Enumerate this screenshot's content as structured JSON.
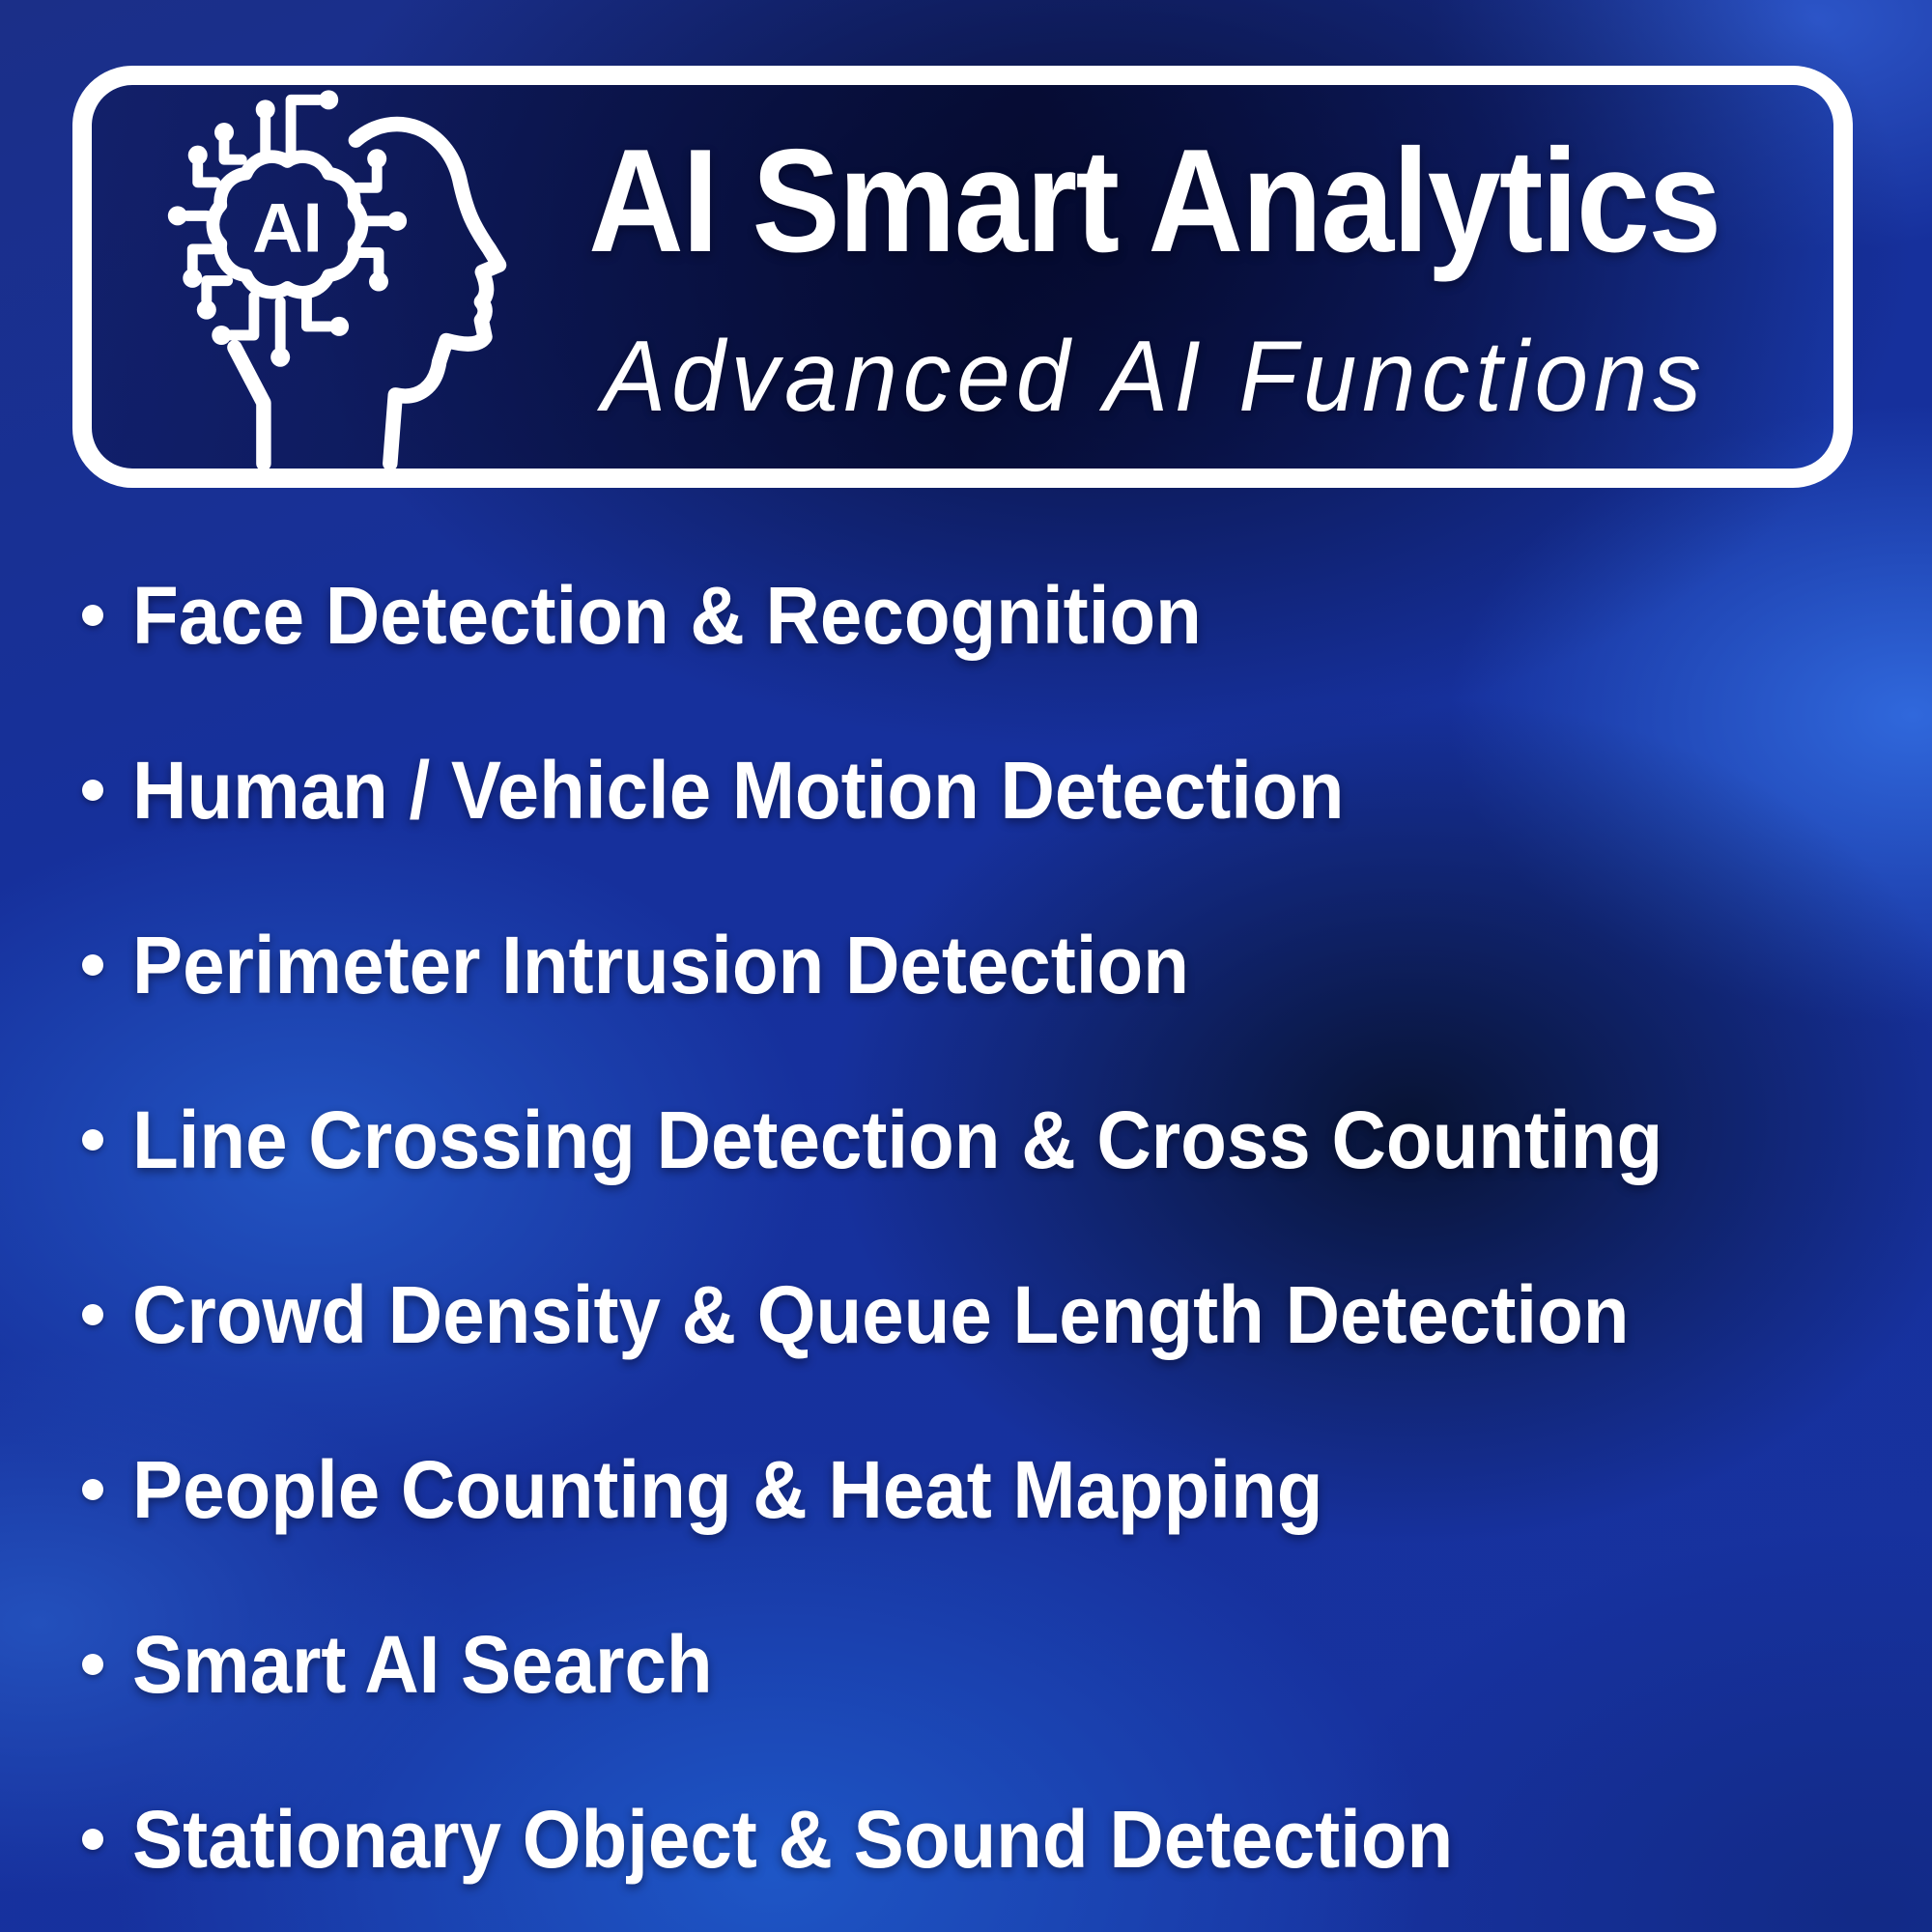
{
  "header": {
    "title": "AI Smart Analytics",
    "subtitle": "Advanced AI Functions",
    "icon_ai_label": "AI"
  },
  "features": {
    "items": [
      {
        "label": "Face Detection & Recognition"
      },
      {
        "label": "Human / Vehicle Motion Detection"
      },
      {
        "label": "Perimeter Intrusion Detection"
      },
      {
        "label": "Line Crossing Detection & Cross Counting"
      },
      {
        "label": "Crowd Density & Queue Length Detection"
      },
      {
        "label": "People Counting & Heat Mapping"
      },
      {
        "label": "Smart AI Search"
      },
      {
        "label": "Stationary Object & Sound Detection"
      }
    ]
  },
  "colors": {
    "background_base": "#16309c",
    "background_dark_blob": "#060c30",
    "background_bright_patch": "#3068dc",
    "text": "#ffffff",
    "box_border": "#ffffff"
  }
}
